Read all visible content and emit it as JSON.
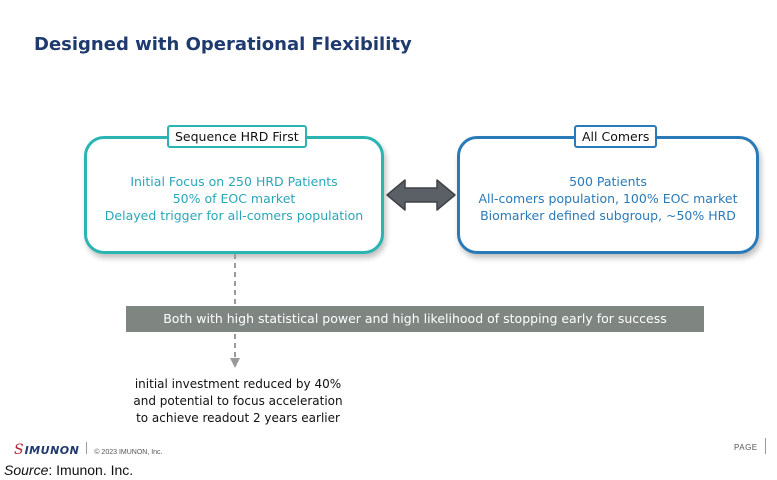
{
  "title": "Designed with Operational Flexibility",
  "left_box": {
    "label": "Sequence HRD First",
    "lines": [
      "Initial Focus on 250 HRD Patients",
      "50% of EOC market",
      "Delayed trigger for all-comers population"
    ],
    "border_color": "#2bb5b2",
    "text_color": "#2aa6b8"
  },
  "right_box": {
    "label": "All Comers",
    "lines": [
      "500 Patients",
      "All-comers population, 100% EOC market",
      "Biomarker defined subgroup, ~50% HRD"
    ],
    "border_color": "#2a7ab8",
    "text_color": "#2a7ab8"
  },
  "banner": {
    "text": "Both with high statistical power and high likelihood of stopping early for success",
    "color": "#7f8682"
  },
  "note": {
    "lines": [
      "initial investment reduced by 40%",
      "and potential to focus acceleration",
      "to achieve readout 2 years earlier"
    ]
  },
  "footer": {
    "logo_mark": "S",
    "logo_text": "IMUNON",
    "copyright": "© 2023 IMUNON, Inc.",
    "page_label": "PAGE",
    "brand_color": "#1f3a6e",
    "accent_color": "#b0263a"
  },
  "source": {
    "prefix": "Source",
    "text": ": Imunon. Inc."
  }
}
